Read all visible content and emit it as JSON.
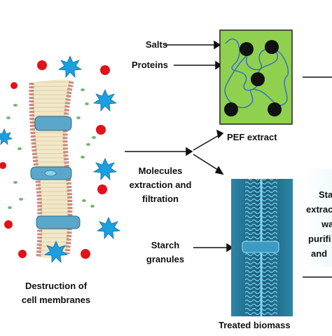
{
  "labels": {
    "salts": "Salts",
    "proteins": "Proteins",
    "pef_extract": "PEF extract",
    "molecules_line1": "Molecules",
    "molecules_line2": "extraction and",
    "molecules_line3": "filtration",
    "starch_line1": "Starch",
    "starch_line2": "granules",
    "destruction_line1": "Destruction of",
    "destruction_line2": "cell membranes",
    "treated_biomass": "Treated biomass",
    "right_line1": "Sta",
    "right_line2": "extrac",
    "right_line3": "wa",
    "right_line4": "purifi",
    "right_line5": "and"
  },
  "colors": {
    "pef_box_fill": "#8fd14f",
    "pef_box_stroke": "#222222",
    "protein_strand": "#3a6fc4",
    "particle": "#111111",
    "salt_ion_red": "#e0131a",
    "blue_burst": "#1a9fe0",
    "green_vesicle": "#6fb86f",
    "membrane_lipid": "#c98a82",
    "membrane_core": "#f1e8c9",
    "channel_protein": "#5aa7c9",
    "treated_bg": "#1c5f7f"
  },
  "icons": {
    "membrane": "lipid-bilayer-icon",
    "protein_channel": "membrane-protein-icon",
    "burst": "starburst-icon",
    "ion": "ion-dot-icon"
  }
}
